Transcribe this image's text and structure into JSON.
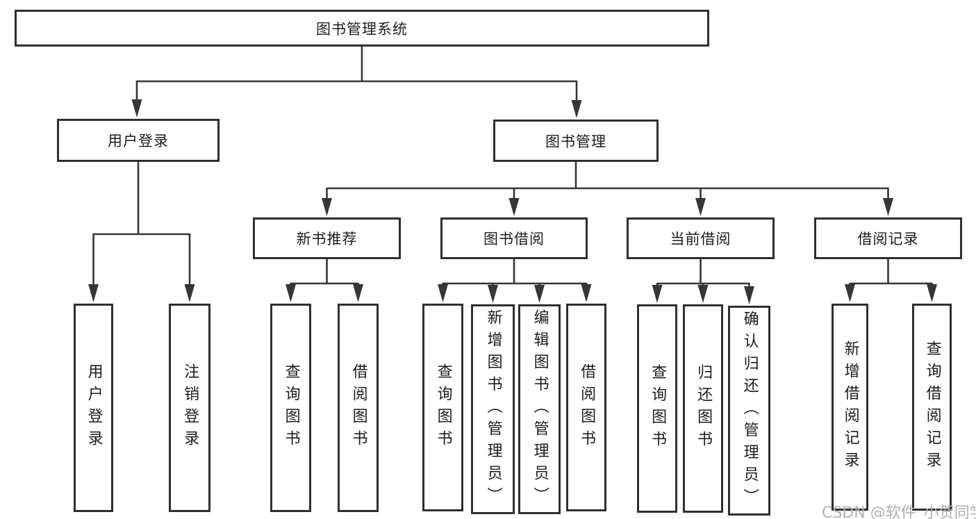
{
  "tree": {
    "label": "图书管理系统",
    "children": [
      {
        "label": "用户登录",
        "children": [
          {
            "label": "用户登录"
          },
          {
            "label": "注销登录"
          }
        ]
      },
      {
        "label": "图书管理",
        "children": [
          {
            "label": "新书推荐",
            "children": [
              {
                "label": "查询图书"
              },
              {
                "label": "借阅图书"
              }
            ]
          },
          {
            "label": "图书借阅",
            "children": [
              {
                "label": "查询图书"
              },
              {
                "label": "新增图书（管理员）"
              },
              {
                "label": "编辑图书（管理员）"
              },
              {
                "label": "借阅图书"
              }
            ]
          },
          {
            "label": "当前借阅",
            "children": [
              {
                "label": "查询图书"
              },
              {
                "label": "归还图书"
              },
              {
                "label": "确认归还（管理员）"
              }
            ]
          },
          {
            "label": "借阅记录",
            "children": [
              {
                "label": "新增借阅记录"
              },
              {
                "label": "查询借阅记录"
              }
            ]
          }
        ]
      }
    ]
  },
  "watermark": {
    "text": "CSDN @软件_小贺同学"
  },
  "colors": {
    "background": "#ffffff",
    "box_border": "#2f2f2f",
    "connector_line": "#363636",
    "text": "#1c1c1c",
    "watermark_text": "#b0b0b0"
  }
}
